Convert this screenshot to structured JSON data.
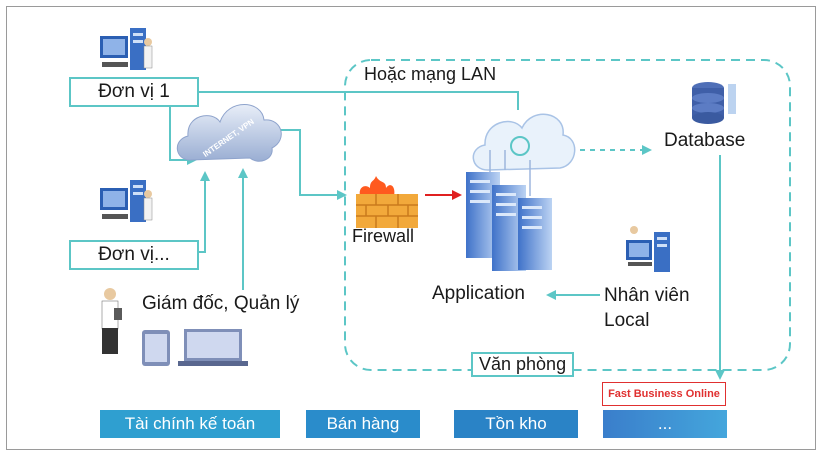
{
  "labels": {
    "unit1": "Đơn vị 1",
    "unit_more": "Đơn vị...",
    "manager": "Giám đốc, Quản lý",
    "lan": "Hoặc mạng LAN",
    "database": "Database",
    "firewall": "Firewall",
    "application": "Application",
    "local_staff_line1": "Nhân viên",
    "local_staff_line2": "Local",
    "office": "Văn phòng",
    "cloud_text": "INTERNET, VPN",
    "fast_business_online": "Fast Business Online"
  },
  "modules": [
    {
      "label": "Tài chính kế toán",
      "color": "#2f9fd0"
    },
    {
      "label": "Bán hàng",
      "color": "#2a8ccb"
    },
    {
      "label": "Tồn kho",
      "color": "#2a83c6"
    },
    {
      "label": "...",
      "color": "#3a86d0"
    }
  ],
  "colors": {
    "connector": "#5cc6c6",
    "firewall_arrow": "#e02020",
    "office_border": "#5cc6c6"
  },
  "icons": [
    "computer-workstation-icon",
    "cloud-internet-icon",
    "firewall-icon",
    "server-rack-icon",
    "database-icon",
    "cloud-sync-icon",
    "businessman-icon",
    "tablet-icon",
    "laptop-icon"
  ]
}
